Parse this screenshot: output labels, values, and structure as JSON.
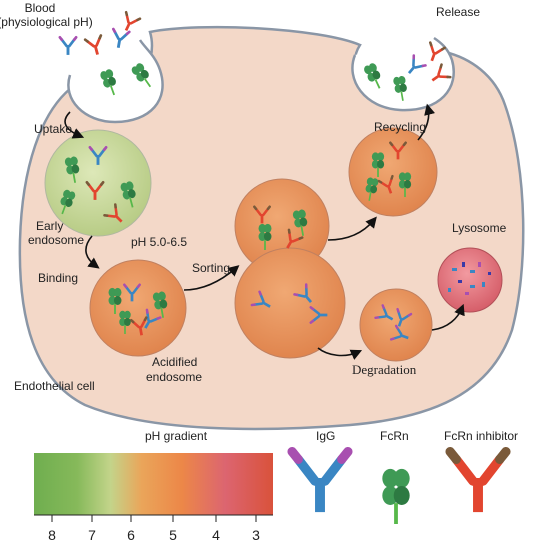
{
  "labels": {
    "blood_line1": "Blood",
    "blood_line2": "(physiological pH)",
    "release": "Release",
    "uptake": "Uptake",
    "recycling": "Recycling",
    "early_line1": "Early",
    "early_line2": "endosome",
    "ph_range": "pH 5.0-6.5",
    "lysosome": "Lysosome",
    "binding": "Binding",
    "sorting": "Sorting",
    "acidified_line1": "Acidified",
    "acidified_line2": "endosome",
    "degradation": "Degradation",
    "endothelial_cell": "Endothelial cell"
  },
  "legend": {
    "ph_gradient_title": "pH gradient",
    "ph_ticks": [
      "8",
      "7",
      "6",
      "5",
      "4",
      "3"
    ],
    "igg": "IgG",
    "fcrn": "FcRn",
    "fcrn_inhibitor": "FcRn inhibitor"
  },
  "colors": {
    "cell_fill": "#f3d8c8",
    "cell_stroke": "#8a96a6",
    "early_endosome": "#c7d79d",
    "acidified_endosome": "#e8935f",
    "lysosome": "#e07078",
    "igg_blue": "#3a86c3",
    "igg_purple": "#a84fb0",
    "fcrn_green": "#3f9a55",
    "inhibitor_red": "#e2452f",
    "inhibitor_brown": "#7a5a3a"
  }
}
